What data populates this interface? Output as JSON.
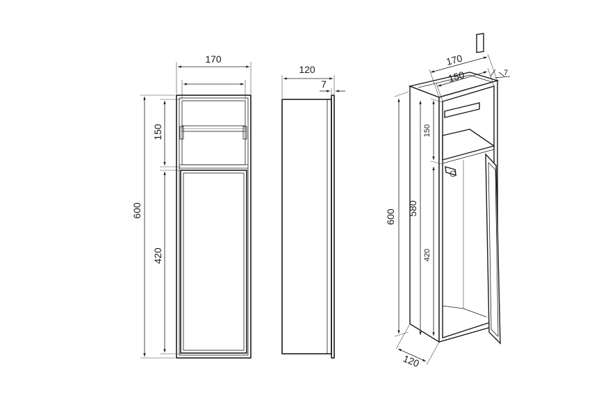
{
  "front_view": {
    "width_label": "170",
    "height_label": "600",
    "top_section_label": "150",
    "bottom_section_label": "420"
  },
  "side_view": {
    "depth_label": "120",
    "flange_label": "7"
  },
  "iso_view": {
    "outer_width_label": "170",
    "inner_width_label": "150",
    "flange_label": "7",
    "height_label": "600",
    "inner_height_label": "580",
    "top_section_label": "150",
    "bottom_section_label": "420",
    "depth_label": "120"
  }
}
